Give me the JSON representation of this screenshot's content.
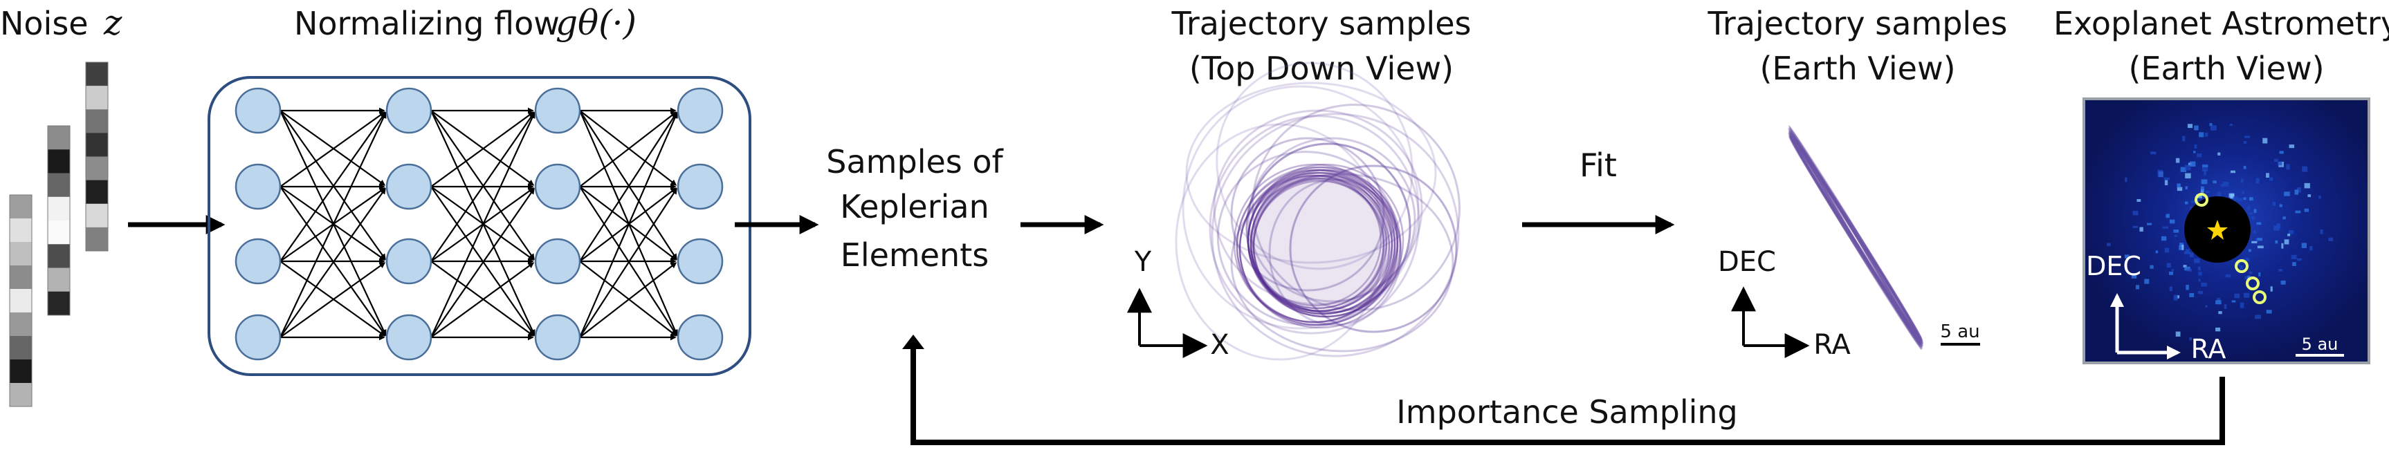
{
  "titles": {
    "noise_text": "Noise",
    "noise_var": "z",
    "flow_text": "Normalizing flow",
    "flow_func": "gθ(·)",
    "traj_top_line1": "Trajectory samples",
    "traj_top_line2": "(Top Down View)",
    "traj_earth_line1": "Trajectory samples",
    "traj_earth_line2": "(Earth View)",
    "astro_line1": "Exoplanet Astrometry",
    "astro_line2": "(Earth View)"
  },
  "samples_label": [
    "Samples of",
    "Keplerian",
    "Elements"
  ],
  "fit_label": "Fit",
  "importance_label": "Importance Sampling",
  "axes": {
    "top_down": {
      "x": "X",
      "y": "Y"
    },
    "earth": {
      "x": "RA",
      "y": "DEC"
    },
    "astro": {
      "x": "RA",
      "y": "DEC"
    }
  },
  "scale_bars": {
    "earth": "5 au",
    "astro": "5 au"
  },
  "network": {
    "layers": 4,
    "nodes_per_layer": 4
  },
  "noise_columns": [
    [
      0.62,
      0.88,
      0.75,
      0.55,
      0.92,
      0.6,
      0.4,
      0.1,
      0.7
    ],
    [
      0.55,
      0.1,
      0.4,
      0.95,
      0.98,
      0.3,
      0.7,
      0.15
    ],
    [
      0.25,
      0.8,
      0.45,
      0.2,
      0.55,
      0.12,
      0.85,
      0.5
    ]
  ],
  "colors": {
    "node_fill": "#bcd6ee",
    "box_stroke": "#2e4d80",
    "orbit": "#6a51a3",
    "astro_bg": "#0b1560",
    "star": "#ffd400",
    "planet_ring": "#e8ff7a"
  }
}
